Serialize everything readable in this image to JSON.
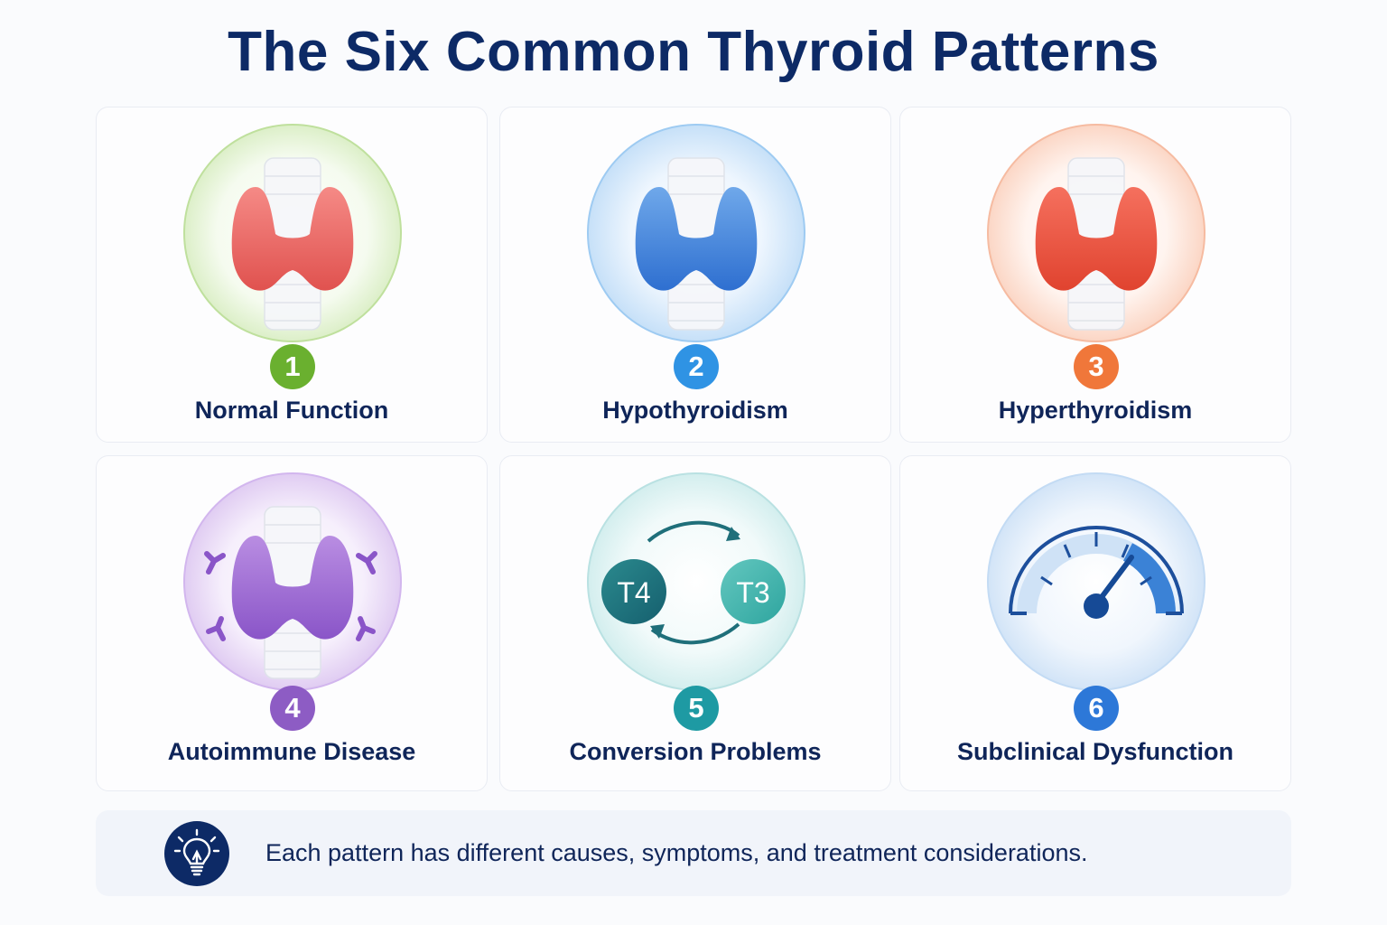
{
  "title": "The Six Common Thyroid Patterns",
  "cards": [
    {
      "number": "1",
      "label": "Normal Function",
      "color": "#6ab02f",
      "icon": "thyroid-red-green-ring-icon"
    },
    {
      "number": "2",
      "label": "Hypothyroidism",
      "color": "#2f93e4",
      "icon": "thyroid-blue-icon"
    },
    {
      "number": "3",
      "label": "Hyperthyroidism",
      "color": "#f0773a",
      "icon": "thyroid-red-orange-ring-icon"
    },
    {
      "number": "4",
      "label": "Autoimmune Disease",
      "color": "#8d5cc4",
      "icon": "thyroid-antibodies-icon"
    },
    {
      "number": "5",
      "label": "Conversion Problems",
      "color": "#1e9aa3",
      "icon": "t4-t3-conversion-icon",
      "t4": "T4",
      "t3": "T3"
    },
    {
      "number": "6",
      "label": "Subclinical Dysfunction",
      "color": "#2d78d8",
      "icon": "gauge-icon"
    }
  ],
  "footer": {
    "icon": "lightbulb-icon",
    "text": "Each pattern has different causes, symptoms, and treatment considerations."
  }
}
